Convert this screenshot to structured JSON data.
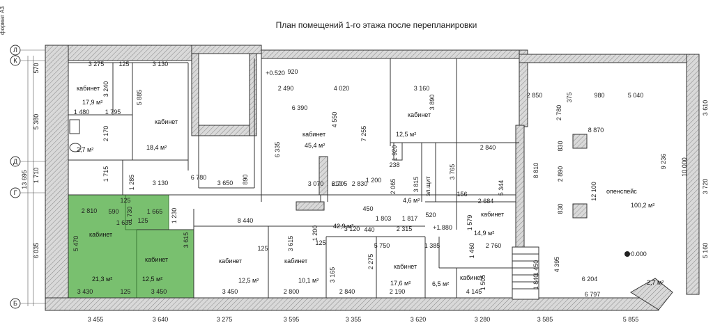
{
  "title": "План помещений 1-го этажа после перепланировки",
  "side_label": "формат А3",
  "colors": {
    "highlight": "#79c06f",
    "wall": "#cfcfcf",
    "line": "#333333"
  },
  "axes": [
    "Л",
    "К",
    "Д",
    "Г",
    "Б"
  ],
  "bottom_dims": [
    "3 455",
    "3 640",
    "3 275",
    "3 595",
    "3 355",
    "3 620",
    "3 280",
    "3 585",
    "5 855"
  ],
  "left_dims": [
    "570",
    "5 380",
    "13 695",
    "1 710",
    "6 035"
  ],
  "right_dims": [
    "3 610",
    "3 720",
    "10 000",
    "5 160"
  ],
  "dims": [
    "3 275",
    "125",
    "3 130",
    "3 240",
    "1 480",
    "1 795",
    "5 885",
    "2 170",
    "1 715",
    "1 285",
    "3 130",
    "6 780",
    "3 650",
    "+0.520",
    "920",
    "2 490",
    "4 020",
    "3 160",
    "6 390",
    "4 550",
    "7 255",
    "3 890",
    "6 335",
    "2 705",
    "3 070",
    "610",
    "2 830",
    "890",
    "1 200",
    "238",
    "1 920",
    "2 065",
    "3 815",
    "3 765",
    "2 840",
    "5 344",
    "2 684",
    "156",
    "2 850",
    "375",
    "5 040",
    "980",
    "2 780",
    "8 870",
    "830",
    "8 810",
    "9 236",
    "2 890",
    "12 100",
    "830",
    "4 395",
    "1 450",
    "6 204",
    "6 797",
    "1 840",
    "2 810",
    "590",
    "1 730",
    "1 665",
    "1 635",
    "1 230",
    "8 440",
    "5 470",
    "3 615",
    "1 200",
    "450",
    "3 120",
    "1 817",
    "520",
    "1 803",
    "2 315",
    "+1.880",
    "440",
    "5 750",
    "1 385",
    "2 760",
    "1 579",
    "1 460",
    "3 430",
    "125",
    "3 450",
    "3 450",
    "2 800",
    "2 840",
    "2 190",
    "4 145",
    "1 505",
    "3 615",
    "3 165",
    "2 275",
    "125",
    "125",
    "125",
    "125"
  ],
  "rooms": [
    {
      "label": "кабинет",
      "area": "17,9 м²"
    },
    {
      "label": "кабинет",
      "area": "18,4 м²"
    },
    {
      "label": "кабинет",
      "area": "45,4 м²"
    },
    {
      "label": "кабинет",
      "area": "12,5 м²"
    },
    {
      "label": "",
      "area": "2,7 м²"
    },
    {
      "label": "",
      "area": "4,6 м²"
    },
    {
      "label": "",
      "area": "42,9 м²"
    },
    {
      "label": "кабинет",
      "area": "14,9 м²"
    },
    {
      "label": "опенспейс",
      "area": "100,2 м²"
    },
    {
      "label": "кабинет",
      "area": "21,3 м²"
    },
    {
      "label": "кабинет",
      "area": "12,5 м²"
    },
    {
      "label": "кабинет",
      "area": "12,5 м²"
    },
    {
      "label": "кабинет",
      "area": "10,1 м²"
    },
    {
      "label": "кабинет",
      "area": "17,6 м²"
    },
    {
      "label": "кабинет",
      "area": "6,5 м²"
    },
    {
      "label": "",
      "area": "2,7 м²"
    }
  ],
  "markers": {
    "shield": "эл.щит",
    "stair_mark": "+0.000",
    "elev": "+0.000"
  }
}
